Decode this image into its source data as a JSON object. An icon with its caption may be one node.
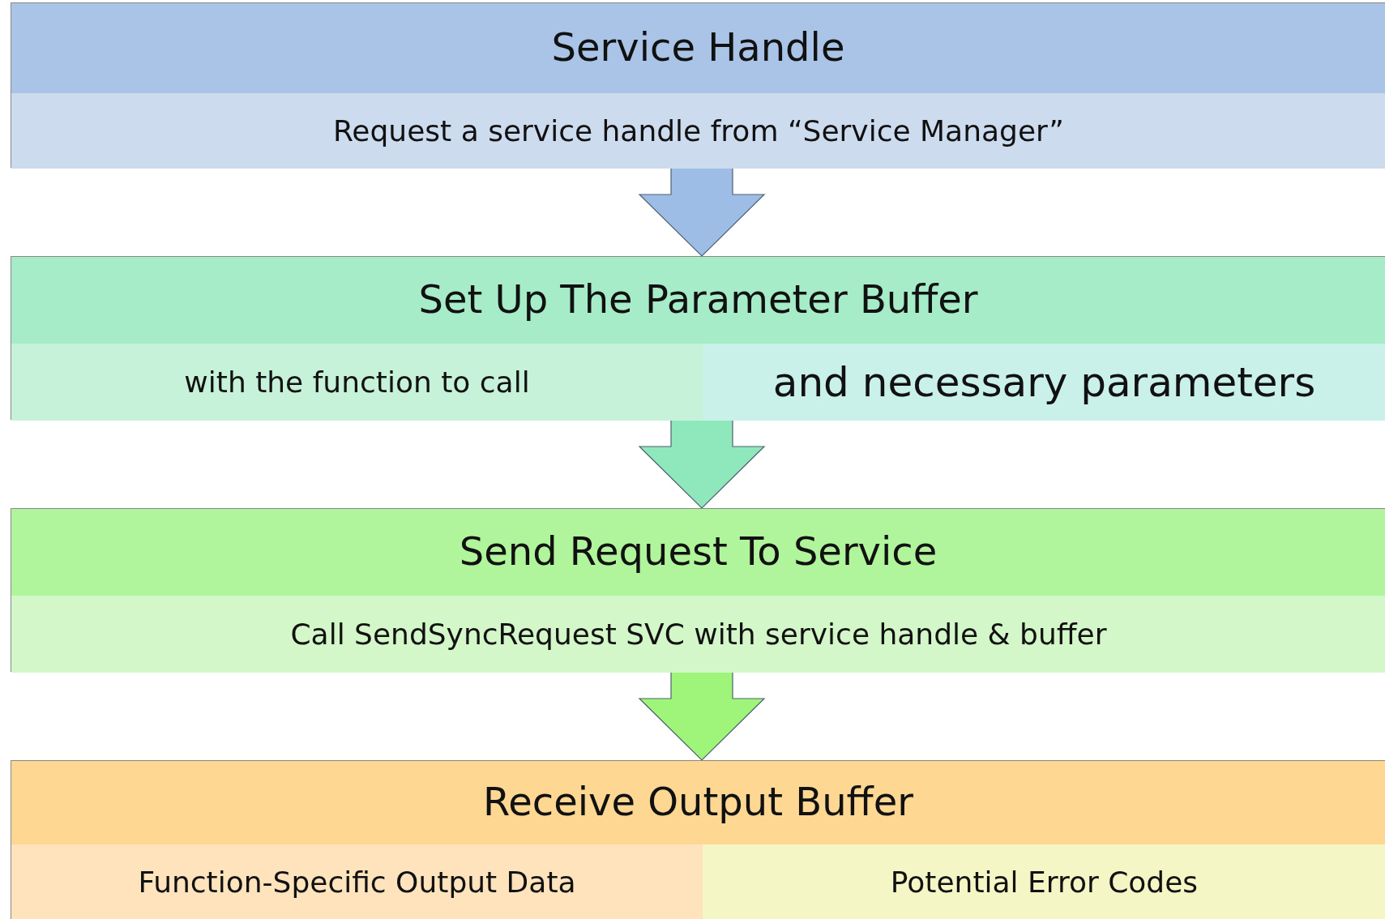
{
  "diagram": {
    "nodes": [
      {
        "text": [
          "Service Handle"
        ]
      },
      {
        "text": [
          "Request a service handle from “Service Manager”"
        ],
        "in": 0
      },
      {
        "text": [
          "Set Up The Parameter Buffer"
        ]
      },
      {
        "text": [
          "with the function to call"
        ],
        "in": 2
      },
      {
        "text": [
          "and necessary parameters"
        ],
        "in": 2
      },
      {
        "text": [
          "Send Request To Service"
        ]
      },
      {
        "text": [
          "Call SendSyncRequest SVC with service handle & buffer"
        ],
        "in": 5
      },
      {
        "text": [
          "Receive Output Buffer"
        ]
      },
      {
        "text": [
          "Function-Specific Output Data"
        ],
        "in": 7
      },
      {
        "text": [
          "Potential Error Codes"
        ],
        "in": 7
      }
    ],
    "edges": [
      {
        "from": 0,
        "to": 2,
        "arrow": "to",
        "color": "#9dbde6"
      },
      {
        "from": 2,
        "to": 5,
        "arrow": "to",
        "color": "#8ee8bc"
      },
      {
        "from": 5,
        "to": 7,
        "arrow": "to",
        "color": "#9ef57a"
      }
    ]
  }
}
